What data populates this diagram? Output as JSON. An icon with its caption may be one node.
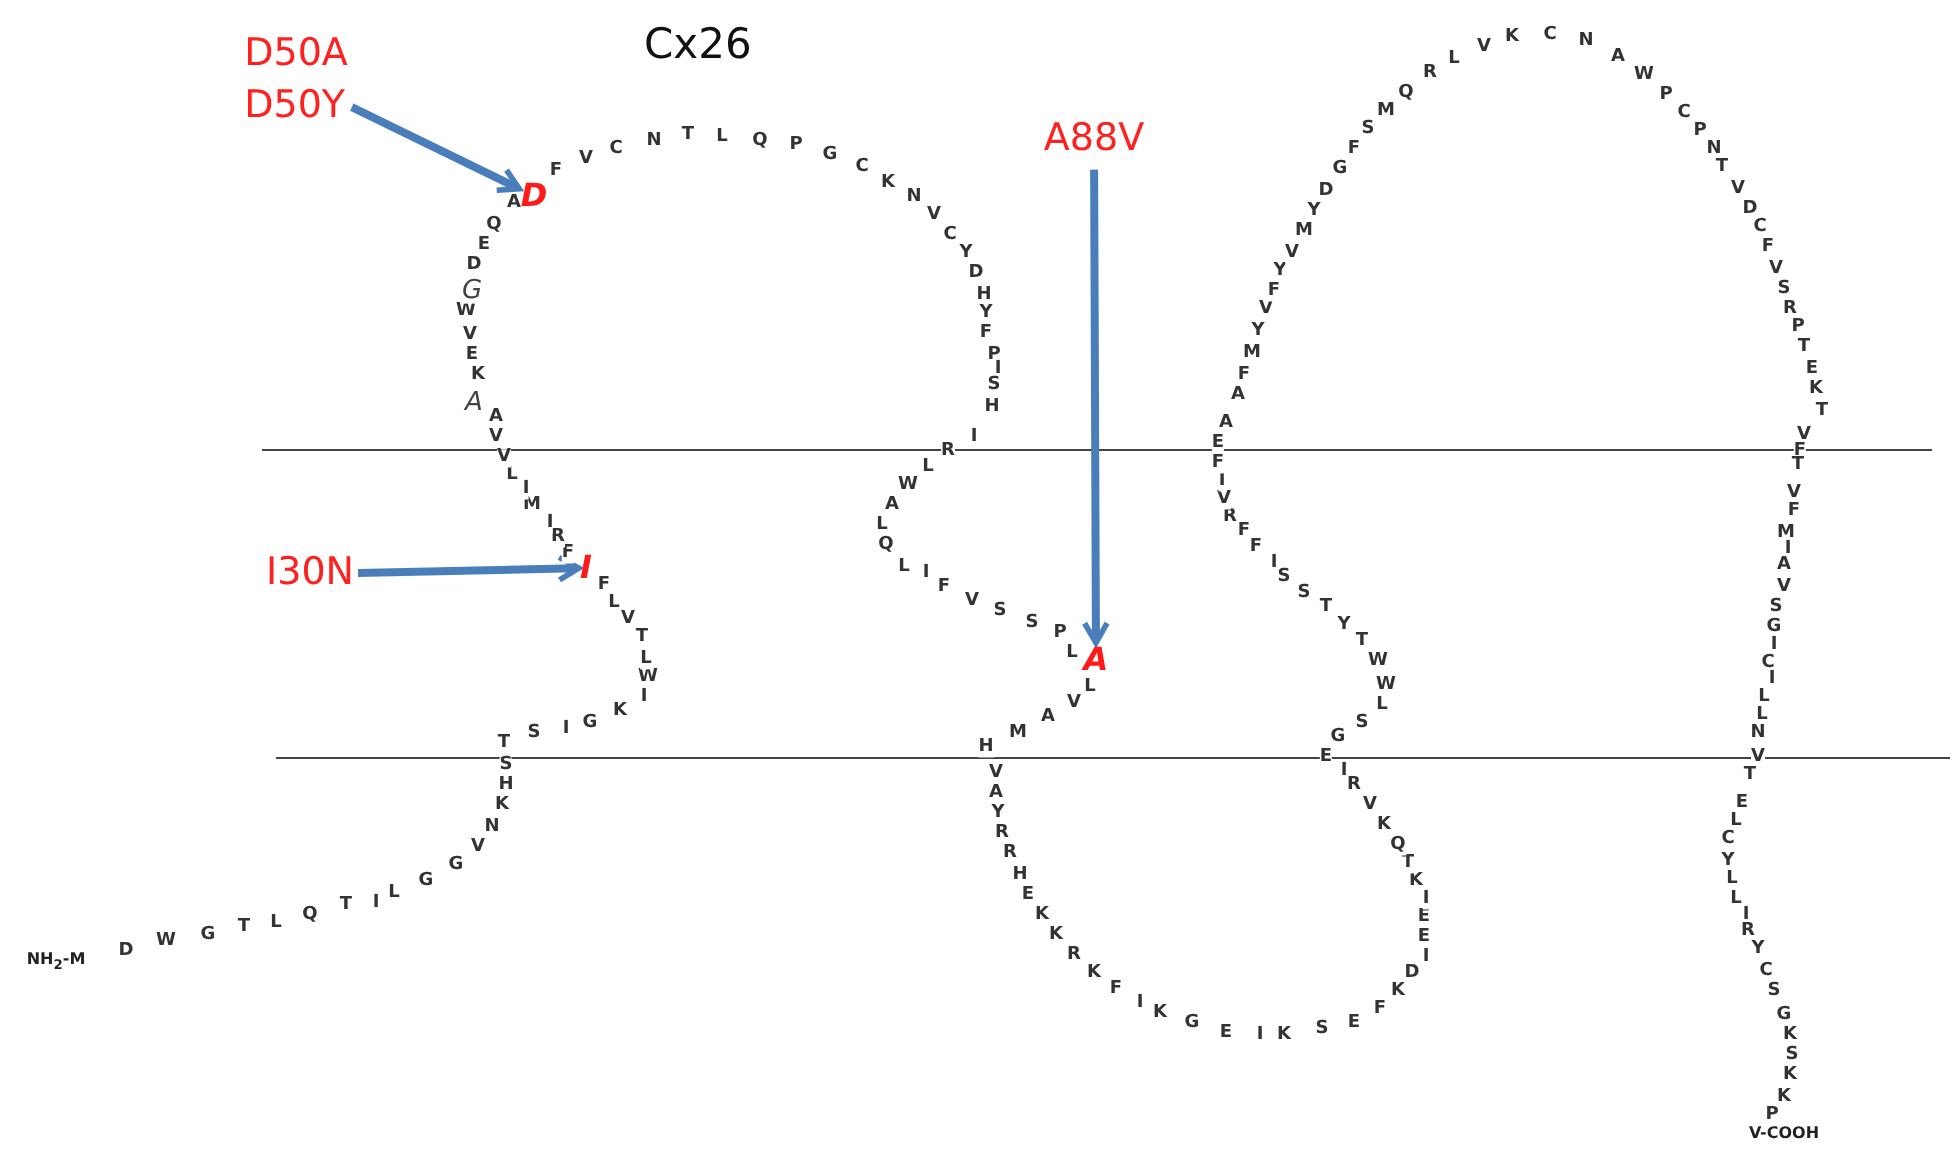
{
  "diagram": {
    "title": "Cx26",
    "nodes": [
      {
        "text": [
          "D50A",
          "D50Y"
        ]
      },
      {
        "text": [
          "D"
        ]
      },
      {
        "text": [
          "I30N"
        ]
      },
      {
        "text": [
          "I"
        ]
      },
      {
        "text": [
          "A88V"
        ]
      },
      {
        "text": [
          "A"
        ]
      }
    ],
    "edges": [
      {
        "from": 0,
        "to": 1,
        "arrow": "to"
      },
      {
        "from": 2,
        "to": 3,
        "arrow": "to"
      },
      {
        "from": 4,
        "to": 5,
        "arrow": "to"
      }
    ],
    "labels": [
      "NH$_{2}$-M",
      "D",
      "W",
      "G",
      "T",
      "L",
      "Q",
      "T",
      "I",
      "L",
      "G",
      "G",
      "V",
      "N",
      "K",
      "H",
      "S",
      "T",
      "S",
      "I",
      "G",
      "K",
      "I",
      "W",
      "L",
      "T",
      "V",
      "L",
      "F",
      "F",
      "R",
      "I",
      "M",
      "I",
      "L",
      "V",
      "V",
      "A",
      "A",
      "K",
      "E",
      "V",
      "W",
      "G",
      "D",
      "E",
      "Q",
      "A",
      "F",
      "V",
      "C",
      "N",
      "T",
      "L",
      "Q",
      "P",
      "G",
      "C",
      "K",
      "N",
      "V",
      "C",
      "Y",
      "D",
      "H",
      "Y",
      "F",
      "P",
      "I",
      "S",
      "H",
      "I",
      "R",
      "L",
      "W",
      "A",
      "L",
      "Q",
      "L",
      "I",
      "F",
      "V",
      "S",
      "S",
      "P",
      "L",
      "L",
      "V",
      "A",
      "M",
      "H",
      "V",
      "A",
      "Y",
      "R",
      "R",
      "H",
      "E",
      "K",
      "K",
      "R",
      "K",
      "F",
      "I",
      "K",
      "G",
      "E",
      "I",
      "K",
      "S",
      "E",
      "F",
      "K",
      "D",
      "I",
      "E",
      "E",
      "I",
      "K",
      "T",
      "Q",
      "K",
      "V",
      "R",
      "I",
      "E",
      "G",
      "S",
      "L",
      "W",
      "W",
      "T",
      "Y",
      "T",
      "S",
      "S",
      "I",
      "F",
      "F",
      "R",
      "V",
      "I",
      "F",
      "E",
      "A",
      "A",
      "F",
      "M",
      "Y",
      "V",
      "F",
      "Y",
      "V",
      "M",
      "Y",
      "D",
      "G",
      "F",
      "S",
      "M",
      "Q",
      "R",
      "L",
      "V",
      "K",
      "C",
      "N",
      "A",
      "W",
      "P",
      "C",
      "P",
      "N",
      "T",
      "V",
      "D",
      "C",
      "F",
      "V",
      "S",
      "R",
      "P",
      "T",
      "E",
      "K",
      "T",
      "V",
      "F",
      "T",
      "V",
      "F",
      "M",
      "I",
      "A",
      "V",
      "S",
      "G",
      "I",
      "C",
      "I",
      "L",
      "L",
      "N",
      "V",
      "T",
      "E",
      "L",
      "C",
      "Y",
      "L",
      "L",
      "I",
      "R",
      "Y",
      "C",
      "S",
      "G",
      "K",
      "S",
      "K",
      "K",
      "P",
      "V-COOH"
    ]
  }
}
